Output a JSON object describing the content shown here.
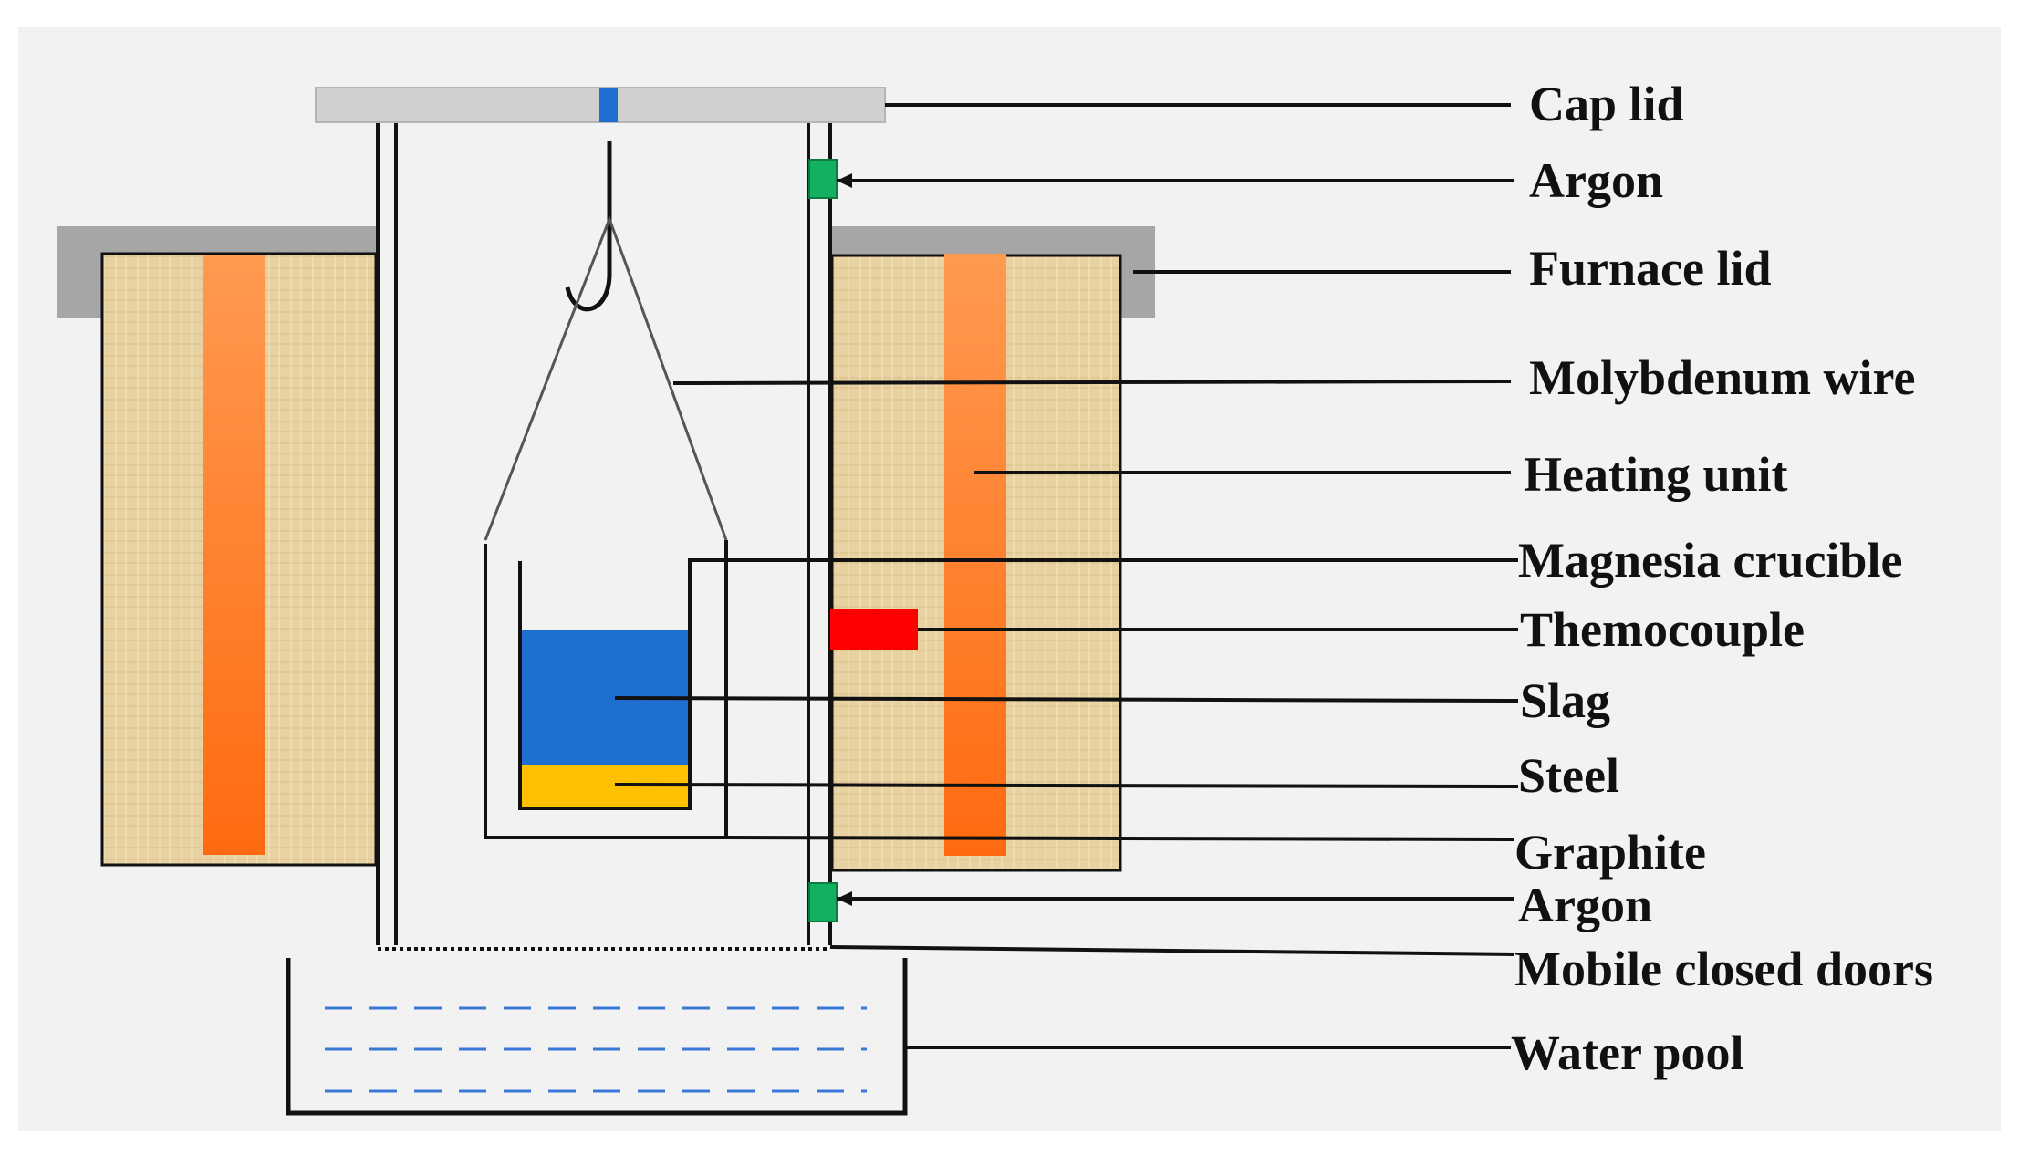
{
  "labels": {
    "cap_lid": "Cap lid",
    "argon_top": "Argon",
    "furnace_lid": "Furnace lid",
    "molybdenum_wire": "Molybdenum wire",
    "heating_unit": "Heating unit",
    "magnesia_crucible": "Magnesia crucible",
    "thermocouple": "Themocouple",
    "slag": "Slag",
    "steel": "Steel",
    "graphite": "Graphite",
    "argon_bottom": "Argon",
    "mobile_closed_doors": "Mobile closed doors",
    "water_pool": "Water pool"
  },
  "colors": {
    "background_panel": "#f2f2f2",
    "lid_grey": "#a6a6a6",
    "cap_lid_grey": "#d0d0d0",
    "insulation": "#e8cf9e",
    "heating_element": "#ff7f27",
    "slag": "#1f6fd0",
    "steel": "#ffc000",
    "argon_valve": "#12b060",
    "thermocouple": "#ff0000",
    "water_dash": "#3a78d8",
    "line": "#111111"
  }
}
